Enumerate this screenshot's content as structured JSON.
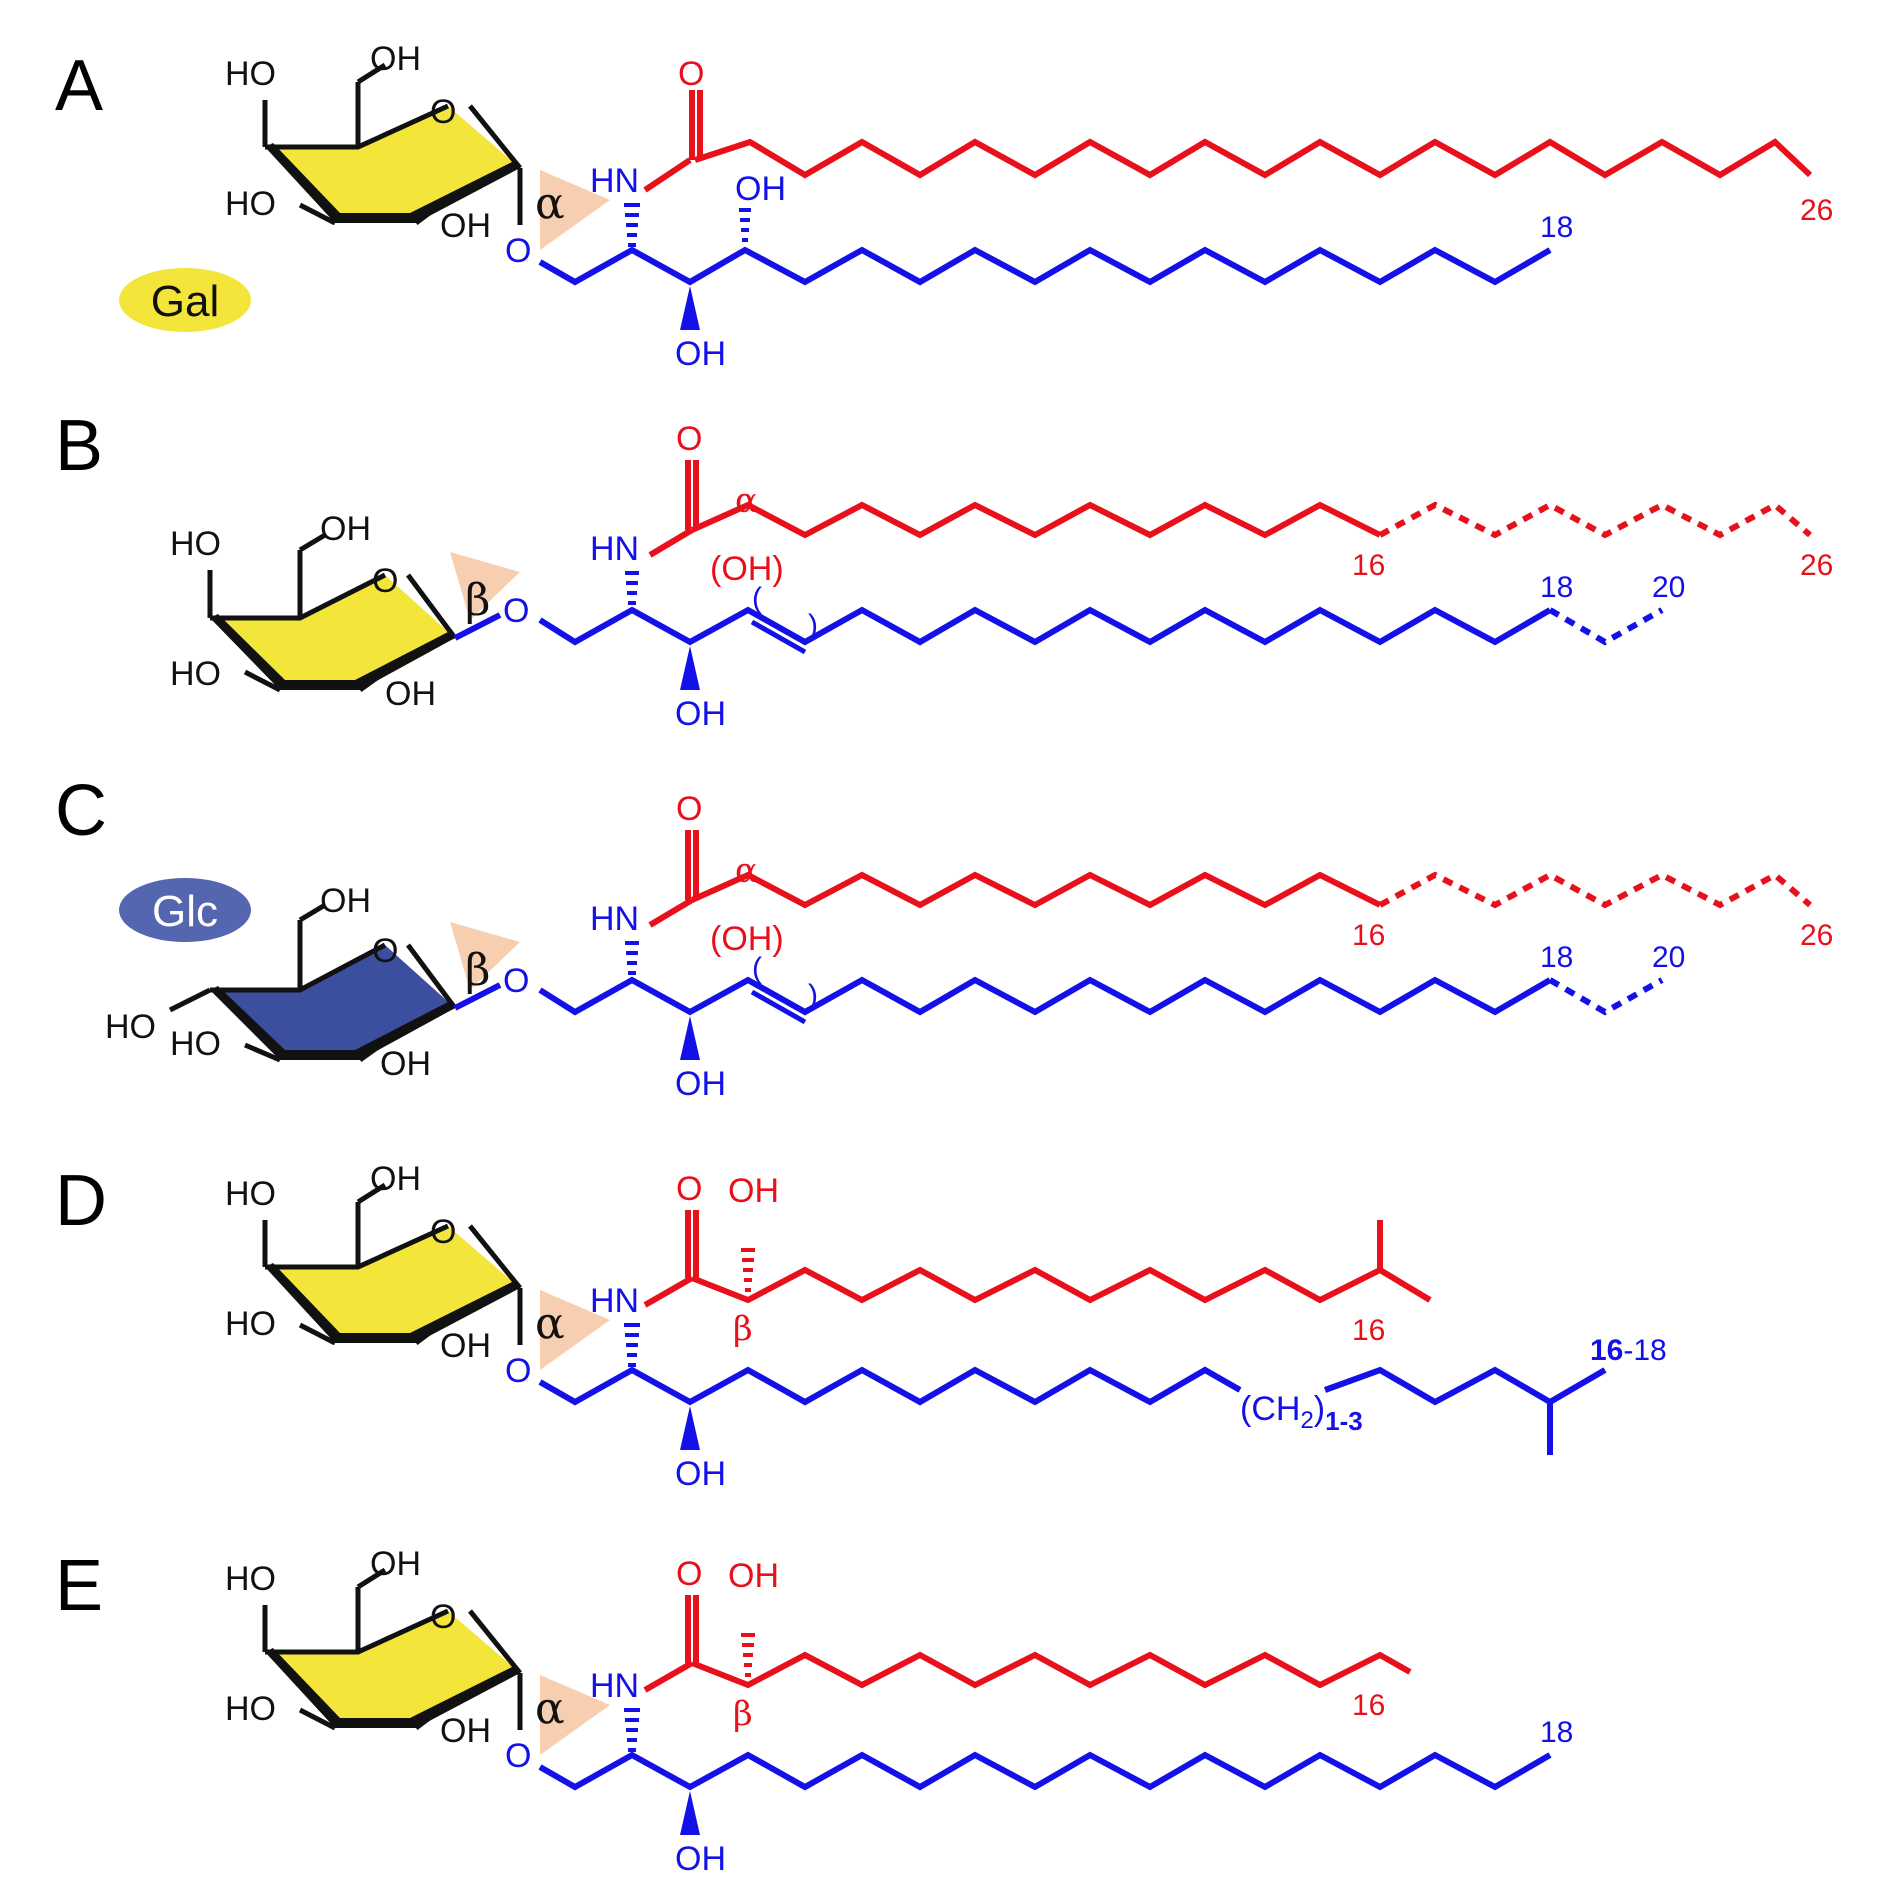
{
  "colors": {
    "sphingoid": "#1410e8",
    "acyl": "#e8101a",
    "sugar_outline": "#111111",
    "galactose_fill": "#f4e53a",
    "glucose_fill": "#3b4f9e",
    "anomer_highlight": "#f7cfb0"
  },
  "badges": {
    "gal": "Gal",
    "glc": "Glc"
  },
  "atoms": {
    "ho": "HO",
    "oh": "OH",
    "o": "O",
    "hn": "HN",
    "oh_paren": "(OH)",
    "ch2": "(CH",
    "ch2_sub": "2",
    "ch2_close": ")",
    "ch2_count": "1-3",
    "alpha": "α",
    "beta": "β"
  },
  "panels": [
    {
      "letter": "A",
      "anomer": "α",
      "sugar": "galactose",
      "acyl_end_label": "26",
      "base_end_label": "18"
    },
    {
      "letter": "B",
      "anomer": "β",
      "sugar": "galactose",
      "acyl_mid_label": "16",
      "acyl_end_label": "26",
      "acyl_alpha": "α",
      "base_mid_label": "18",
      "base_end_label": "20"
    },
    {
      "letter": "C",
      "anomer": "β",
      "sugar": "glucose",
      "acyl_mid_label": "16",
      "acyl_end_label": "26",
      "acyl_alpha": "α",
      "base_mid_label": "18",
      "base_end_label": "20"
    },
    {
      "letter": "D",
      "anomer": "α",
      "sugar": "galactose",
      "acyl_beta": "β",
      "acyl_end_label": "16",
      "base_end_label_bold": "16",
      "base_end_label_rest": "-18"
    },
    {
      "letter": "E",
      "anomer": "α",
      "sugar": "galactose",
      "acyl_beta": "β",
      "acyl_end_label": "16",
      "base_end_label": "18"
    }
  ]
}
